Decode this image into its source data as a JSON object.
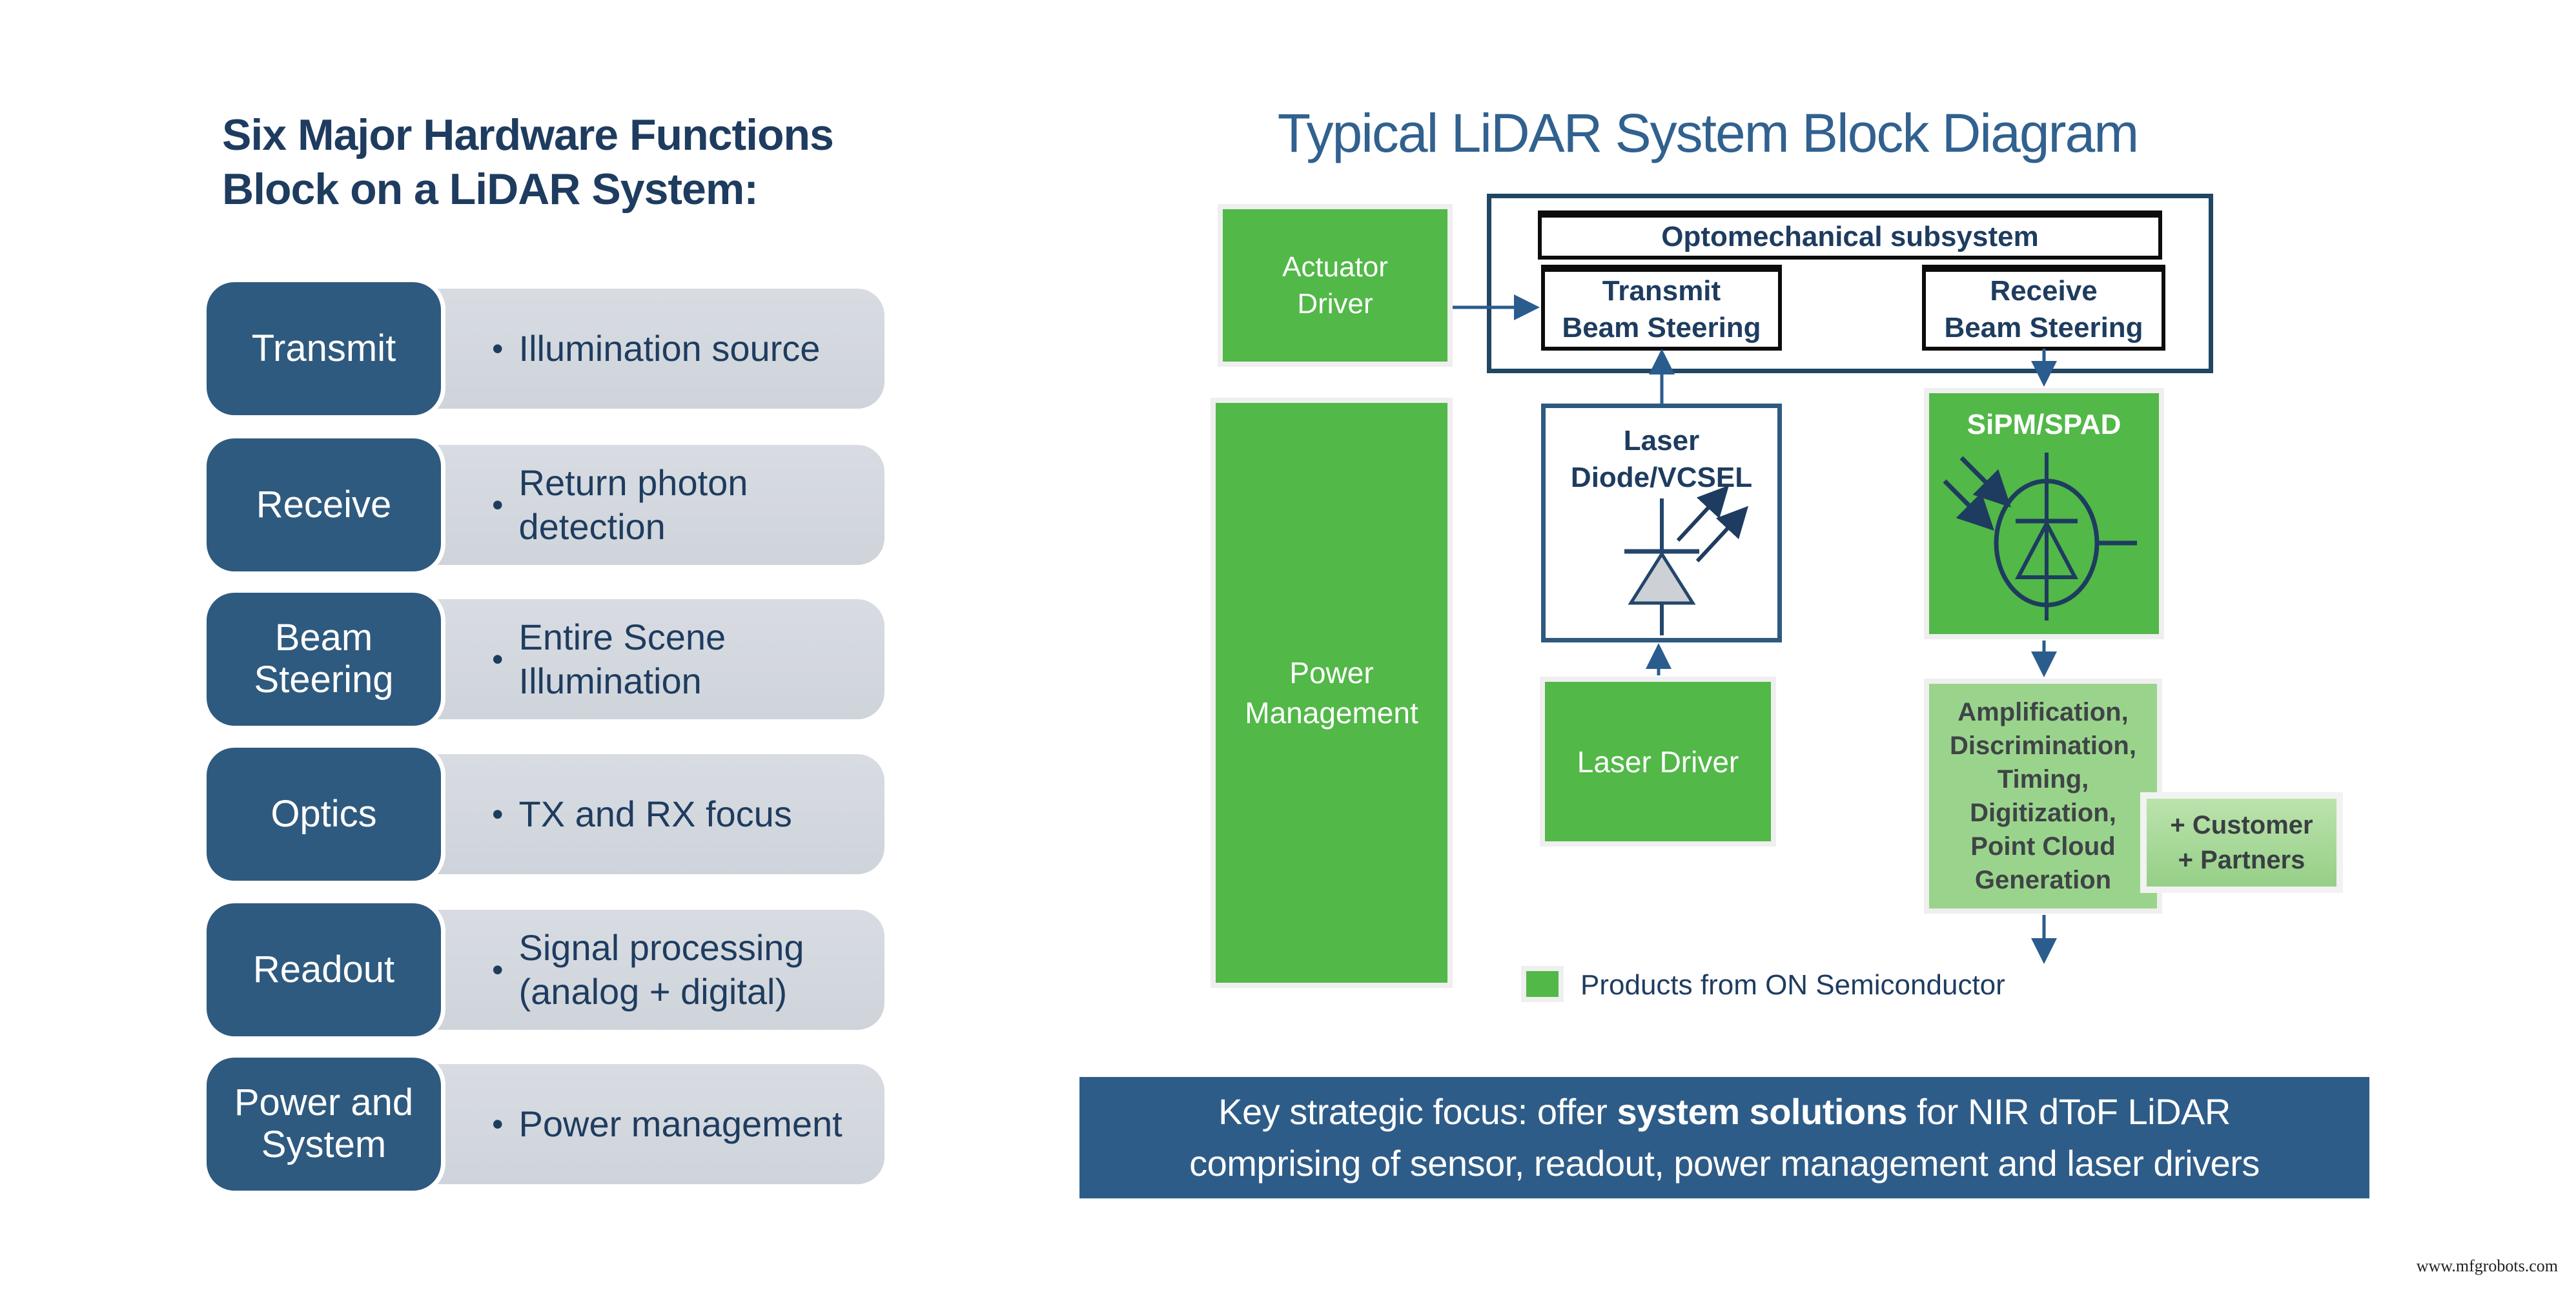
{
  "left_panel": {
    "title": "Six Major Hardware Functions\nBlock on a LiDAR System:",
    "rows": [
      {
        "label": "Transmit",
        "bullet": "•",
        "description": "Illumination source"
      },
      {
        "label": "Receive",
        "bullet": "•",
        "description": "Return photon\ndetection"
      },
      {
        "label": "Beam\nSteering",
        "bullet": "•",
        "description": "Entire Scene\nIllumination"
      },
      {
        "label": "Optics",
        "bullet": "•",
        "description": "TX and RX focus"
      },
      {
        "label": "Readout",
        "bullet": "•",
        "description": "Signal processing\n(analog + digital)"
      },
      {
        "label": "Power and\nSystem",
        "bullet": "•",
        "description": "Power management"
      }
    ]
  },
  "diagram": {
    "title": "Typical LiDAR System Block Diagram",
    "actuator_driver": "Actuator\nDriver",
    "optomechanical": "Optomechanical subsystem",
    "transmit_beam_steering": "Transmit\nBeam Steering",
    "receive_beam_steering": "Receive\nBeam Steering",
    "power_management": "Power\nManagement",
    "laser_diode": "Laser\nDiode/VCSEL",
    "sipm_spad": "SiPM/SPAD",
    "laser_driver": "Laser Driver",
    "readout_chain": "Amplification,\nDiscrimination,\nTiming,\nDigitization,\nPoint Cloud\nGeneration",
    "customer_partners": "+ Customer\n+ Partners",
    "legend_label": "Products from ON Semiconductor"
  },
  "banner": {
    "line1_pre": "Key strategic focus: offer ",
    "line1_bold": "system solutions",
    "line1_post": " for NIR dToF LiDAR",
    "line2": "comprising of sensor, readout, power management and laser drivers"
  },
  "footer": {
    "url": "www.mfgrobots.com"
  },
  "colors": {
    "navy_text": "#1e3c5f",
    "steel_title": "#31618f",
    "label_box_blue": "#2f5a7f",
    "banner_blue": "#2e5c88",
    "onsemi_green": "#52b848",
    "light_green": "#9ad48c",
    "lighter_green": "#bce3ad",
    "list_gray": "#d2d7dd",
    "frame_gray": "#efefef",
    "arrow_blue": "#2b5c8e"
  }
}
